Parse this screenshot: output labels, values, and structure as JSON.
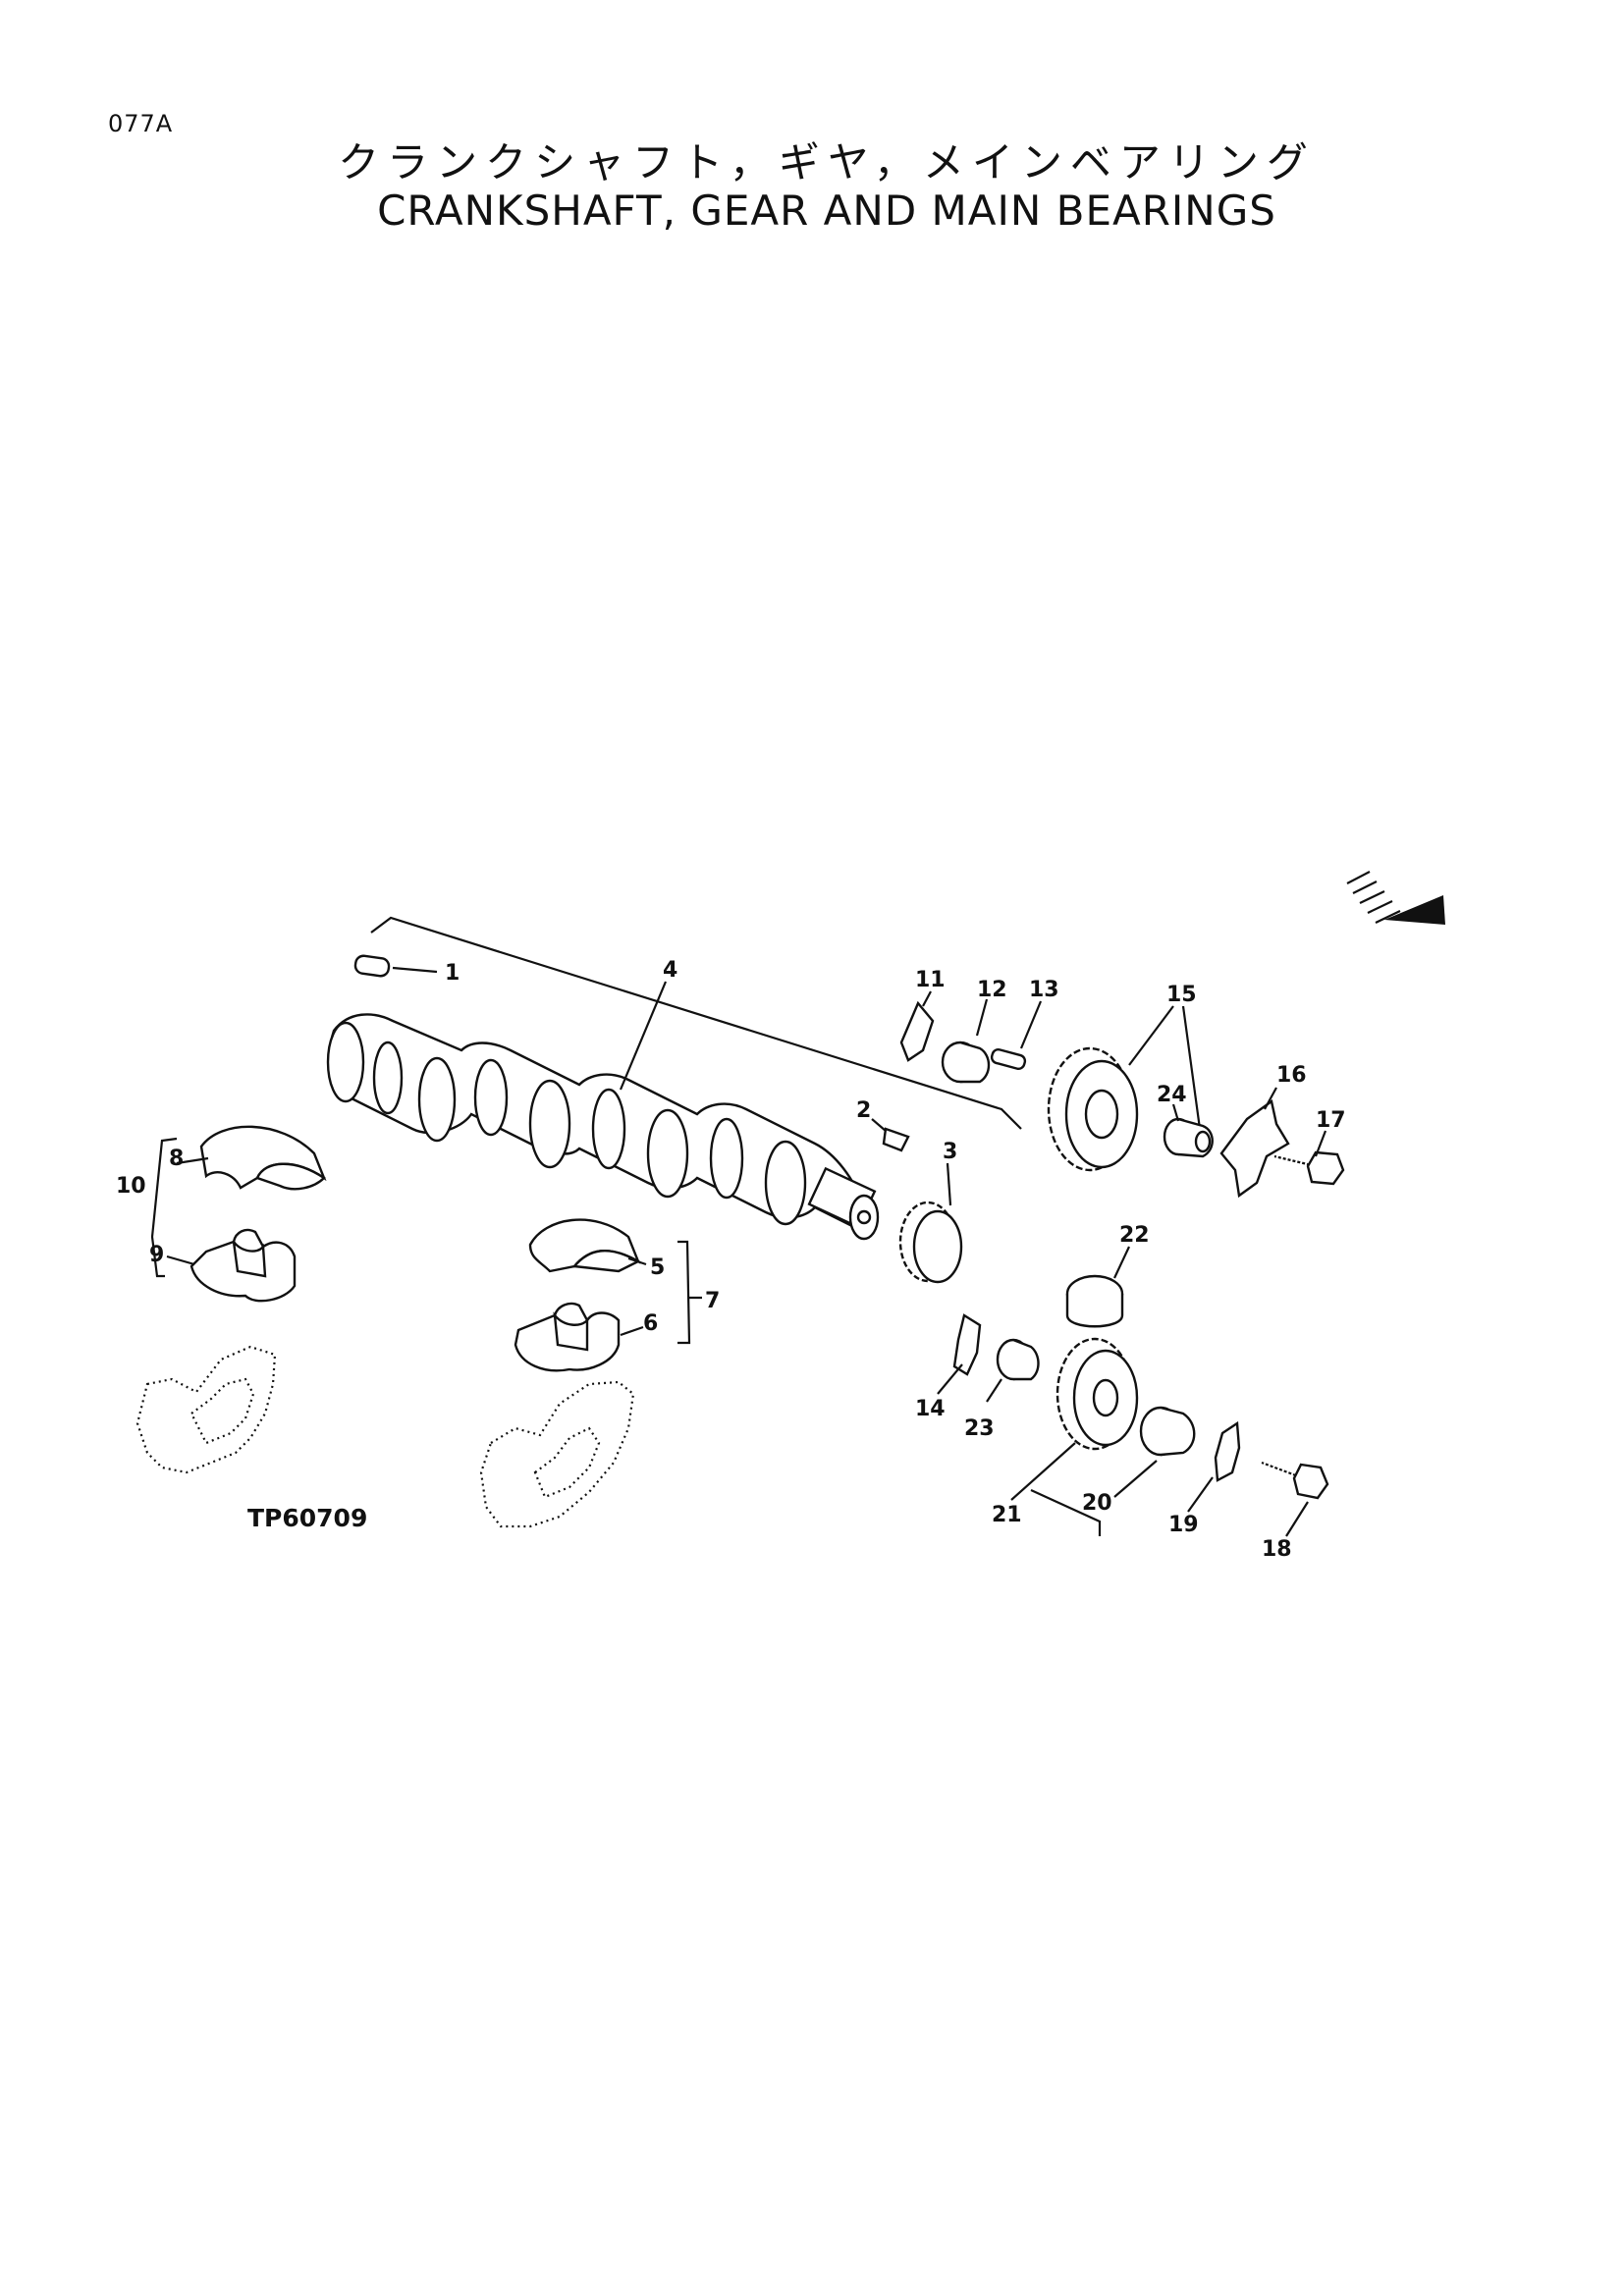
{
  "page_code": "077A",
  "title_jp": "クランクシャフト，ギヤ，メインベアリング",
  "title_en": "CRANKSHAFT, GEAR AND MAIN BEARINGS",
  "figure_code": "TP60709",
  "callouts": {
    "c1": "1",
    "c2": "2",
    "c3": "3",
    "c4": "4",
    "c5": "5",
    "c6": "6",
    "c7": "7",
    "c8": "8",
    "c9": "9",
    "c10": "10",
    "c11": "11",
    "c12": "12",
    "c13": "13",
    "c14": "14",
    "c15": "15",
    "c16": "16",
    "c17": "17",
    "c18": "18",
    "c19": "19",
    "c20": "20",
    "c21": "21",
    "c22": "22",
    "c23": "23",
    "c24": "24"
  }
}
